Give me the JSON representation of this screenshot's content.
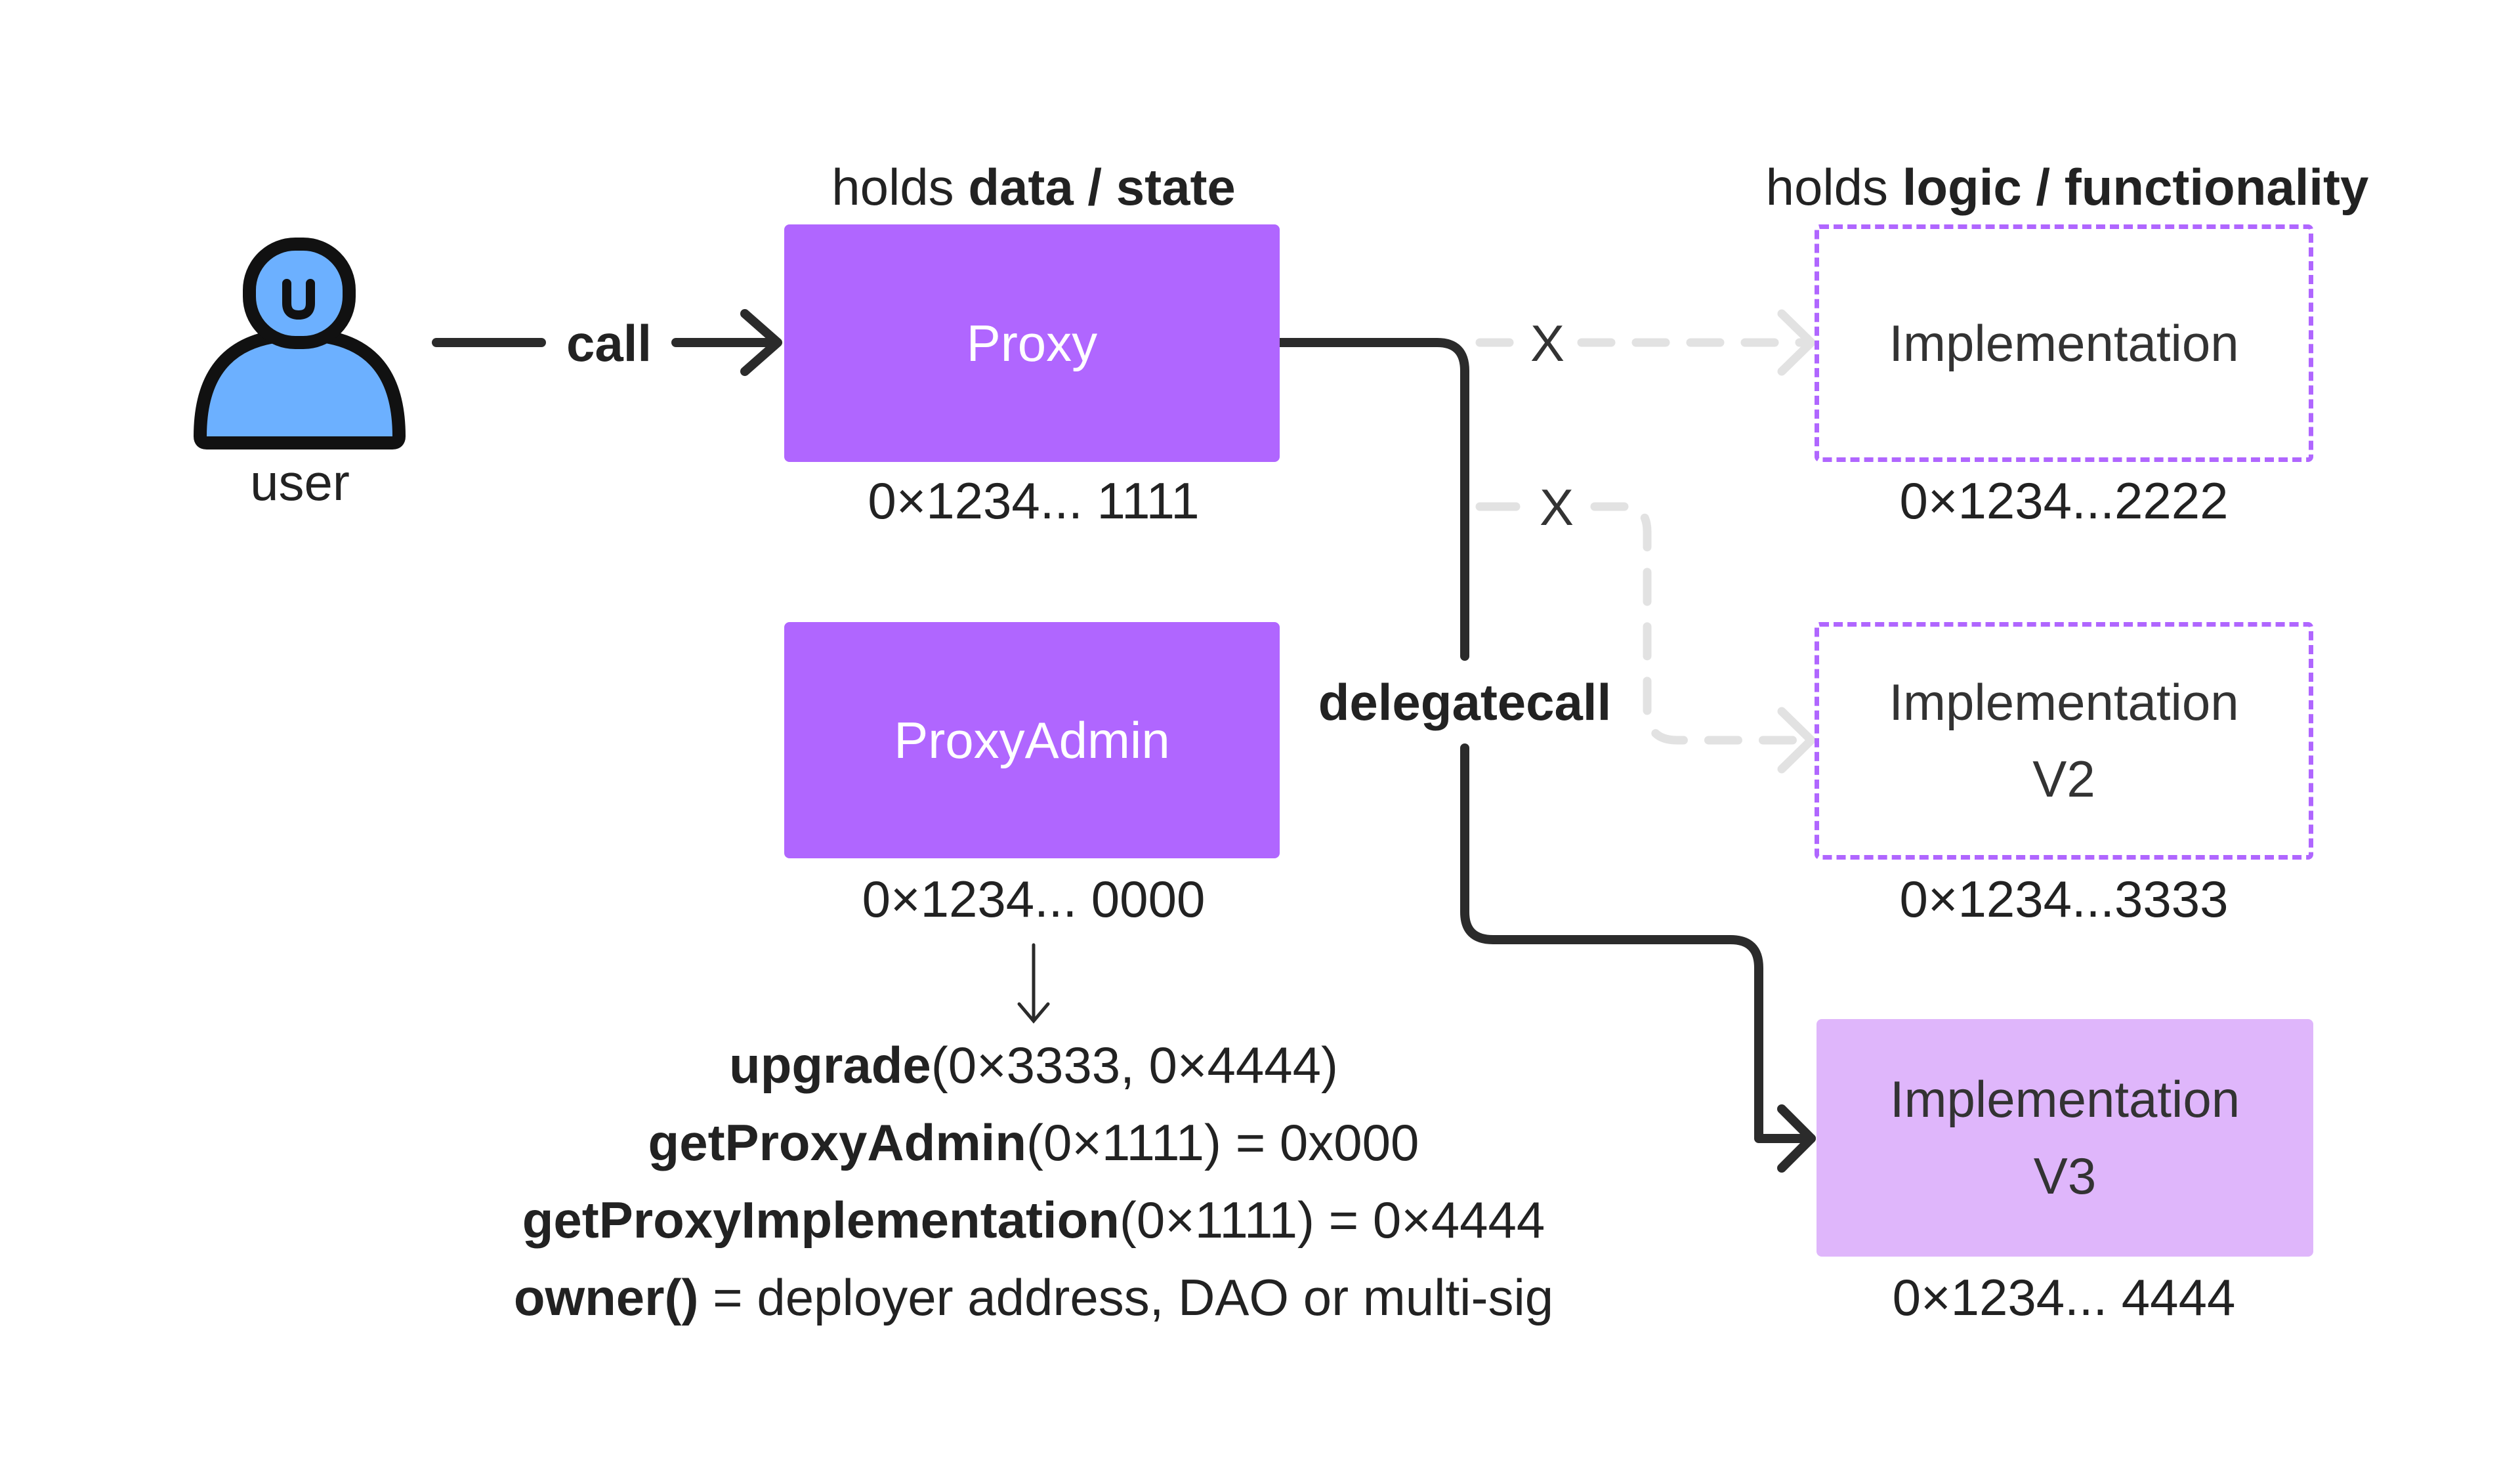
{
  "user": {
    "label": "user"
  },
  "edges": {
    "call": "call",
    "delegatecall": "delegatecall",
    "x_top": "X",
    "x_mid": "X"
  },
  "headers": {
    "left_prefix": "holds",
    "left_bold": "data / state",
    "right_prefix": "holds",
    "right_bold": "logic / functionality"
  },
  "proxy": {
    "label": "Proxy",
    "address": "0×1234... 1111"
  },
  "proxy_admin": {
    "label": "ProxyAdmin",
    "address": "0×1234... 0000"
  },
  "impl1": {
    "line1": "Implementation",
    "address": "0×1234...2222"
  },
  "impl2": {
    "line1": "Implementation",
    "line2": "V2",
    "address": "0×1234...3333"
  },
  "impl3": {
    "line1": "Implementation",
    "line2": "V3",
    "address": "0×1234... 4444"
  },
  "admin_calls": [
    {
      "fn": "upgrade",
      "rest": "(0×3333, 0×4444)"
    },
    {
      "fn": "getProxyAdmin",
      "rest": "(0×1111) = 0x000"
    },
    {
      "fn": "getProxyImplementation",
      "rest": "(0×1111) = 0×4444"
    },
    {
      "fn": "owner()",
      "rest": " = deployer address, DAO or multi-sig"
    }
  ],
  "colors": {
    "purple": "#b066ff",
    "light_purple": "#dfb6fb",
    "user_blue": "#6cb0ff",
    "line_dark": "#2b2b2b",
    "line_faded": "#e2e2e2"
  }
}
